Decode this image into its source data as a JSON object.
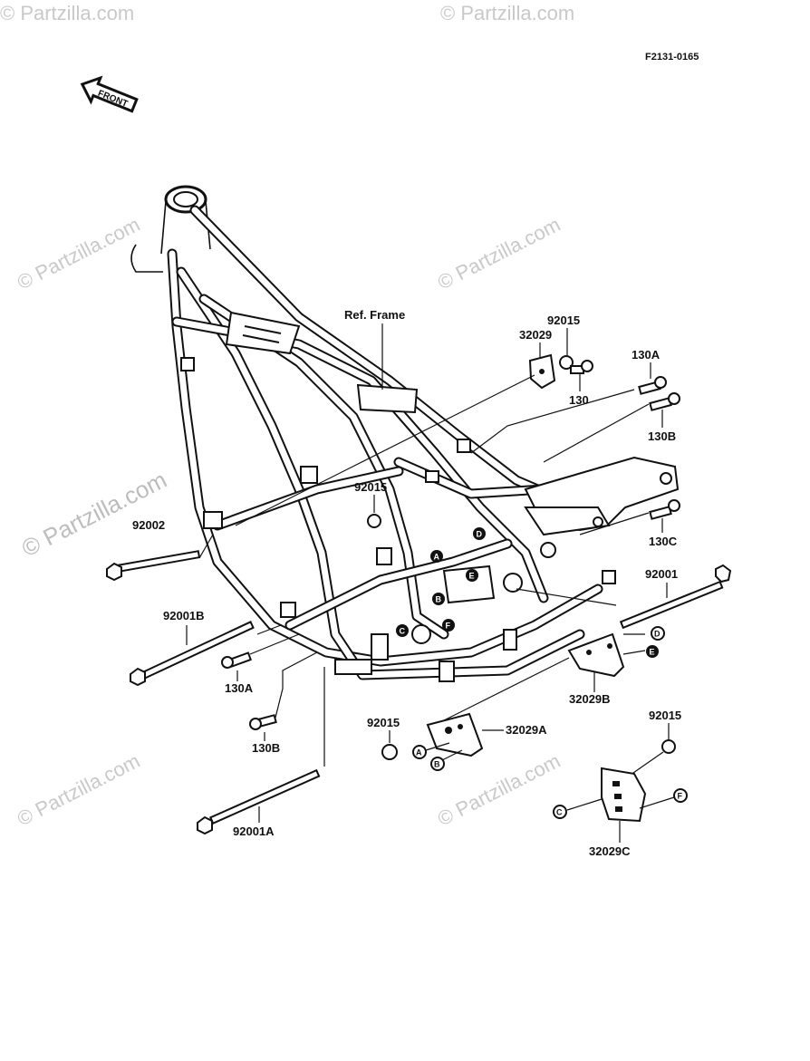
{
  "diagram_code": "F2131-0165",
  "front_arrow_label": "FRONT",
  "ref_frame_label": "Ref. Frame",
  "watermark": "© Partzilla.com",
  "parts": {
    "p92015_top": "92015",
    "p32029": "32029",
    "p130": "130",
    "p130A_right": "130A",
    "p130B_right": "130B",
    "p92015_mid": "92015",
    "p130C": "130C",
    "p92002": "92002",
    "p92001": "92001",
    "p92001B": "92001B",
    "p130A_left": "130A",
    "p32029B": "32029B",
    "p130B_left": "130B",
    "p92015_low": "92015",
    "p32029A": "32029A",
    "p92015_right": "92015",
    "p92001A": "92001A",
    "p32029C": "32029C"
  },
  "callouts": {
    "a_frame": "A",
    "b_frame": "B",
    "c_frame": "C",
    "d_frame": "D",
    "e_frame": "E",
    "f_frame": "F",
    "a_bracket": "A",
    "b_bracket": "B",
    "c_bracket": "C",
    "d_bracket": "D",
    "e_bracket": "E",
    "f_bracket": "F"
  }
}
